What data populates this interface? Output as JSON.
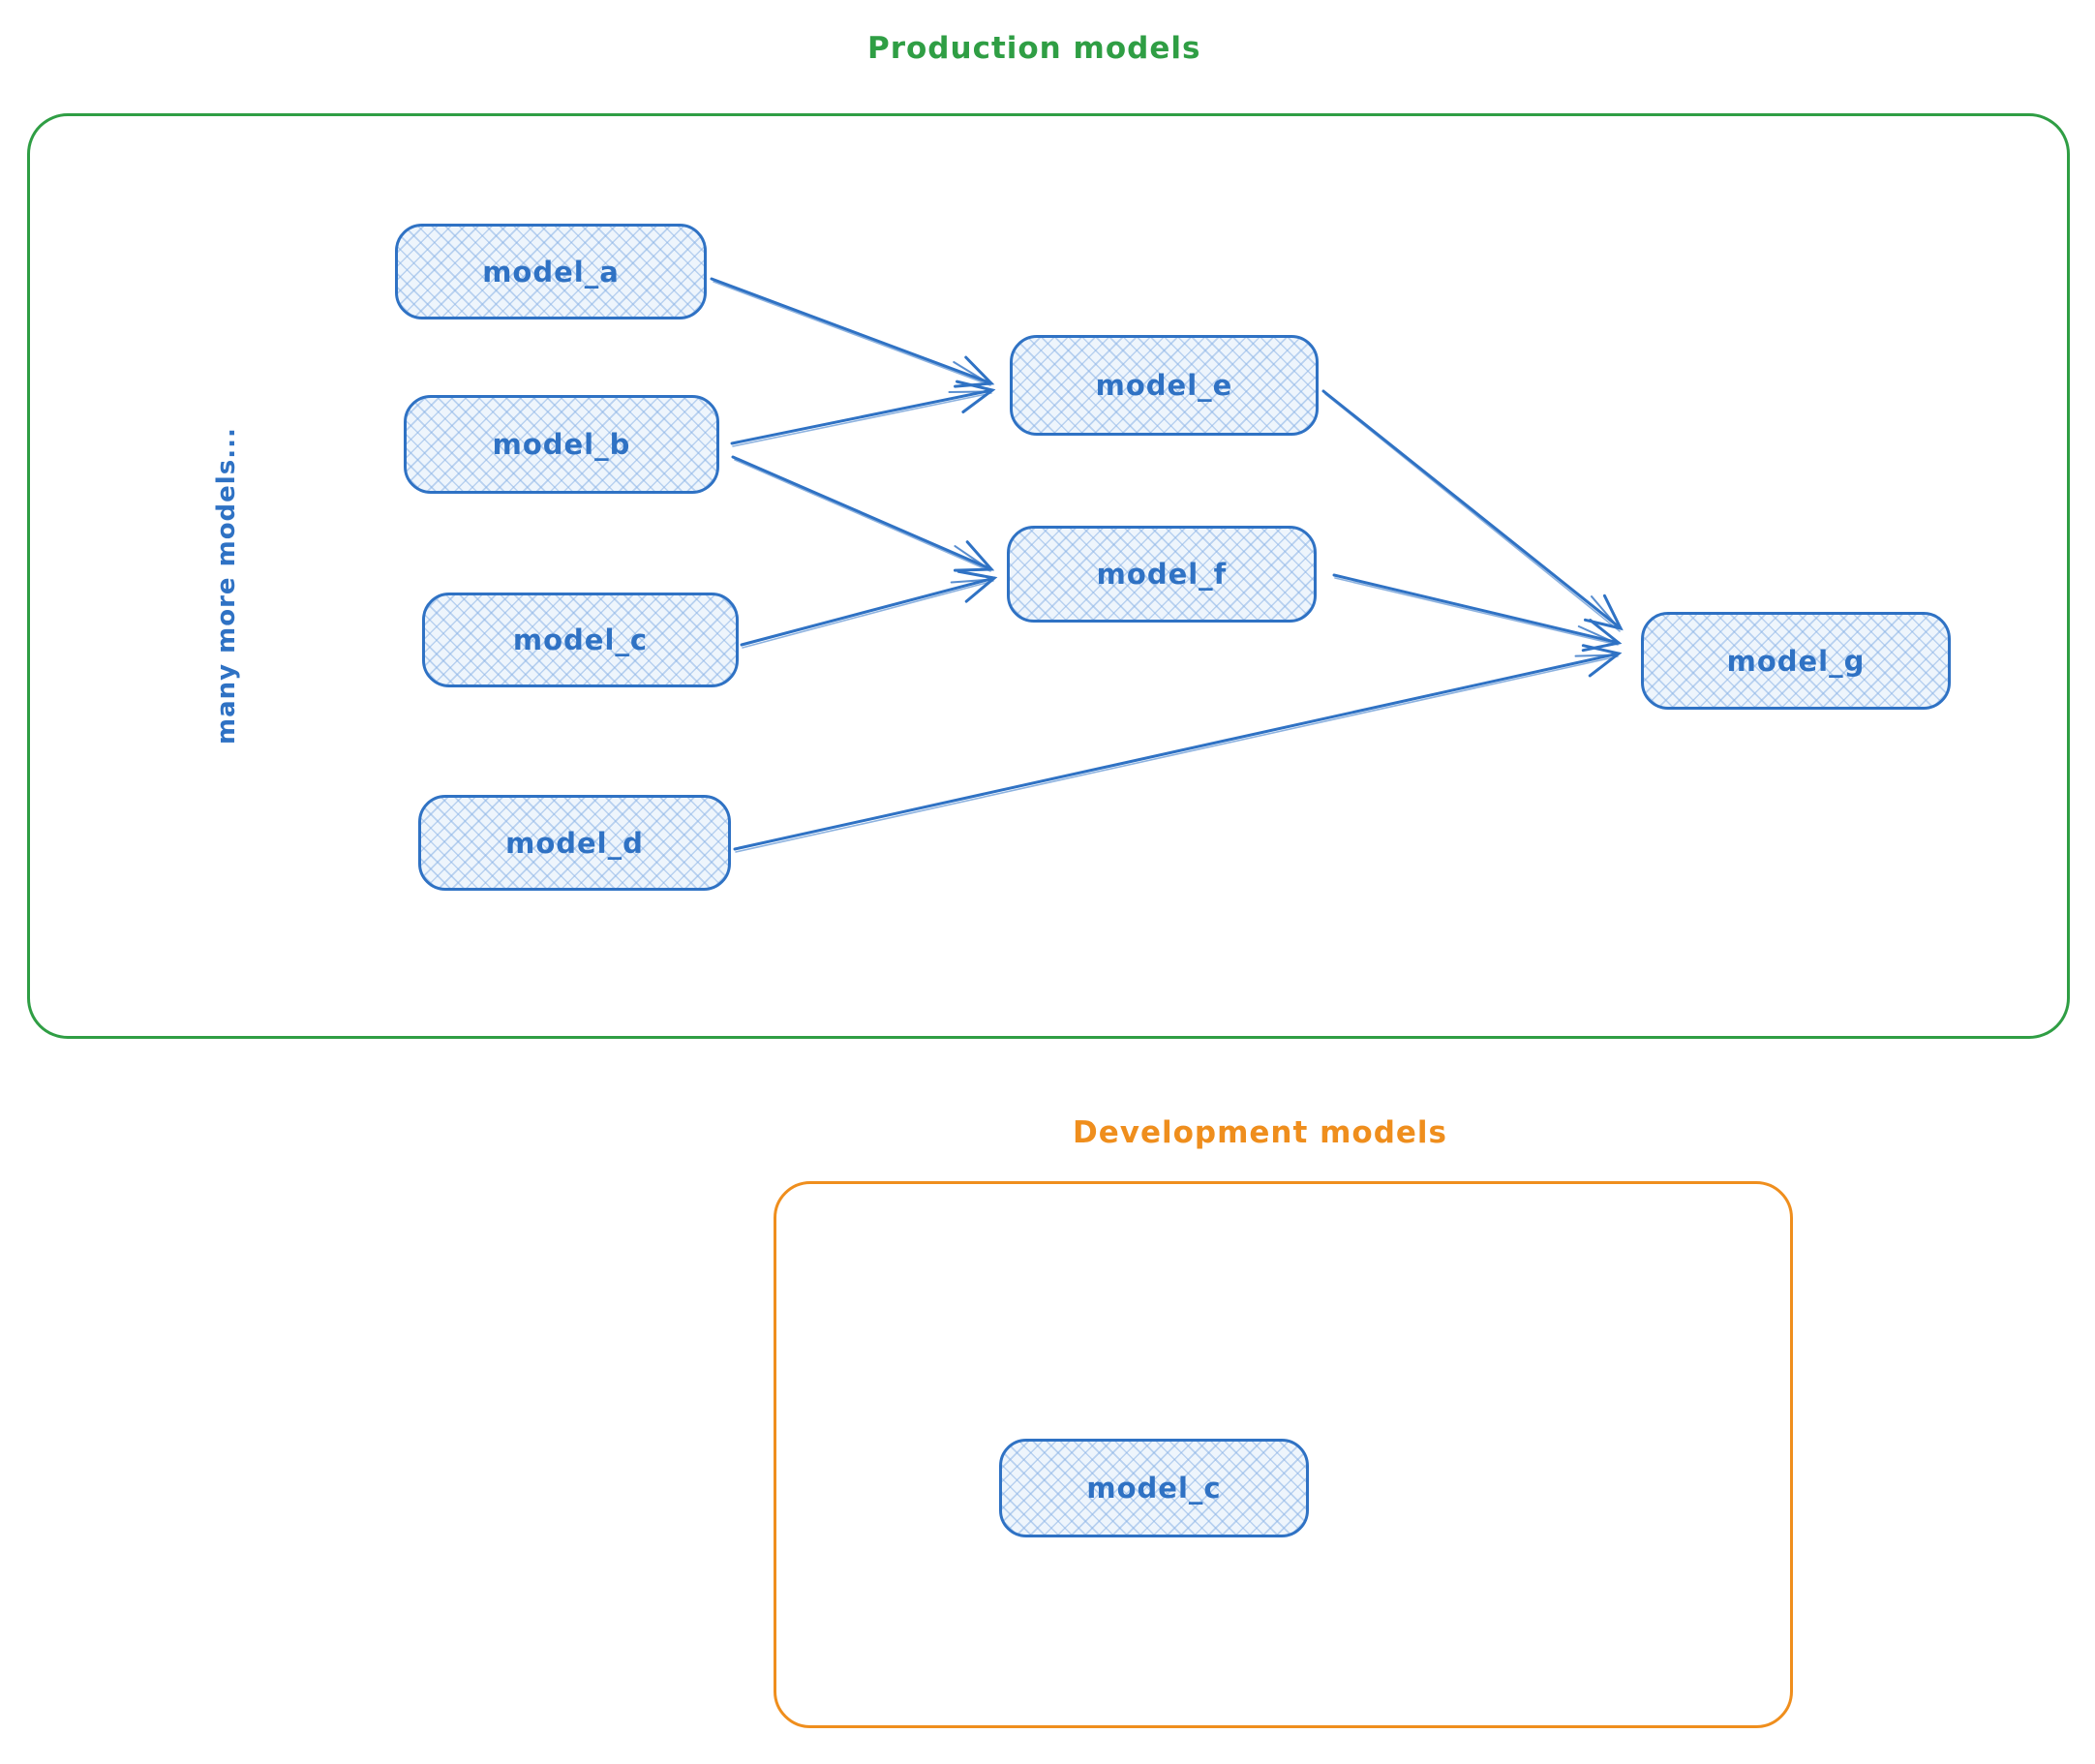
{
  "sections": {
    "production": {
      "title": "Production models",
      "side_note": "many more models...",
      "frame_color": "#2f9e44"
    },
    "development": {
      "title": "Development models",
      "frame_color": "#ef8e1d"
    }
  },
  "nodes": {
    "model_a": {
      "label": "model_a",
      "group": "production"
    },
    "model_b": {
      "label": "model_b",
      "group": "production"
    },
    "model_c": {
      "label": "model_c",
      "group": "production"
    },
    "model_d": {
      "label": "model_d",
      "group": "production"
    },
    "model_e": {
      "label": "model_e",
      "group": "production"
    },
    "model_f": {
      "label": "model_f",
      "group": "production"
    },
    "model_g": {
      "label": "model_g",
      "group": "production"
    },
    "dev_model_c": {
      "label": "model_c",
      "group": "development"
    }
  },
  "edges": [
    {
      "from": "model_a",
      "to": "model_e"
    },
    {
      "from": "model_b",
      "to": "model_e"
    },
    {
      "from": "model_b",
      "to": "model_f"
    },
    {
      "from": "model_c",
      "to": "model_f"
    },
    {
      "from": "model_d",
      "to": "model_g"
    },
    {
      "from": "model_e",
      "to": "model_g"
    },
    {
      "from": "model_f",
      "to": "model_g"
    }
  ],
  "style": {
    "node_stroke_color": "#2f72c4",
    "node_fill_color": "#eef5fc",
    "node_hatch_color": "#aecdf0",
    "arrow_color": "#2f72c4"
  }
}
